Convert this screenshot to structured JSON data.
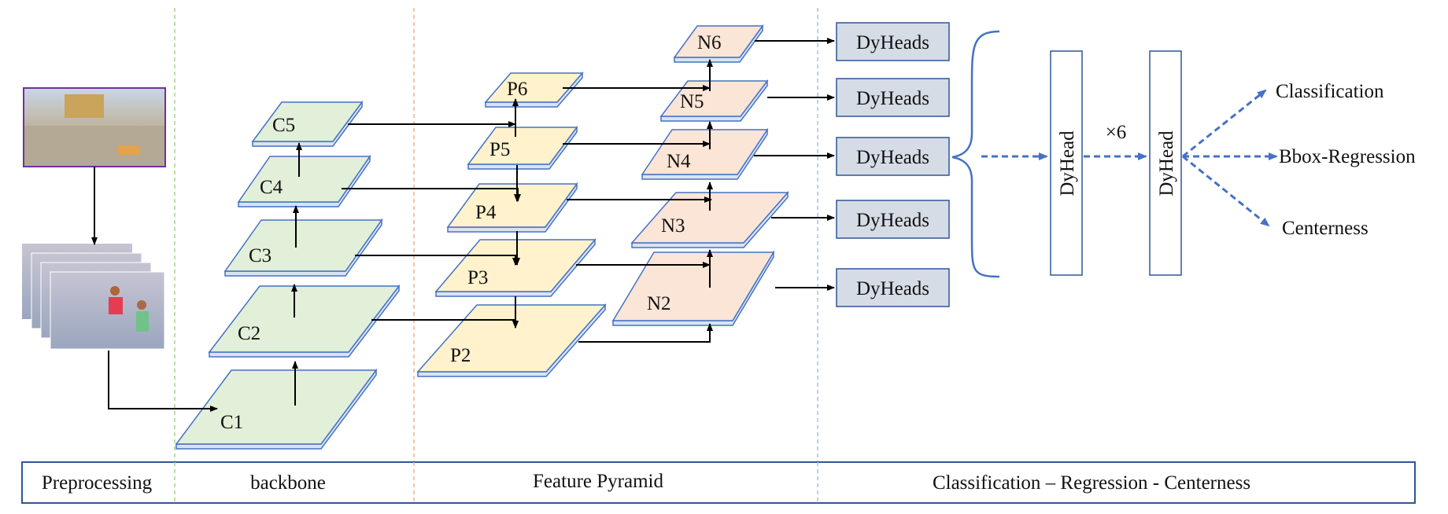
{
  "sections": {
    "preprocessing": "Preprocessing",
    "backbone": "backbone",
    "feature_pyramid": "Feature Pyramid",
    "head": "Classification – Regression - Centerness"
  },
  "backbone": [
    "C1",
    "C2",
    "C3",
    "C4",
    "C5"
  ],
  "fpn": [
    "P2",
    "P3",
    "P4",
    "P5",
    "P6"
  ],
  "pan": [
    "N2",
    "N3",
    "N4",
    "N5",
    "N6"
  ],
  "dyheads": [
    "DyHeads",
    "DyHeads",
    "DyHeads",
    "DyHeads",
    "DyHeads"
  ],
  "dyhead_block": "DyHead",
  "repeat": "×6",
  "outputs": [
    "Classification",
    "Bbox-Regression",
    "Centerness"
  ],
  "colors": {
    "backbone_fill": "#e2efd9",
    "fpn_fill": "#fff2cc",
    "pan_fill": "#fbe5d6",
    "plate_stroke": "#4472c4",
    "dyheads_fill": "#d6dce5",
    "divider_green": "#a9d18e",
    "divider_orange": "#f4b183",
    "divider_blue": "#9dc3e6",
    "dash_arrow": "#4472c4"
  }
}
